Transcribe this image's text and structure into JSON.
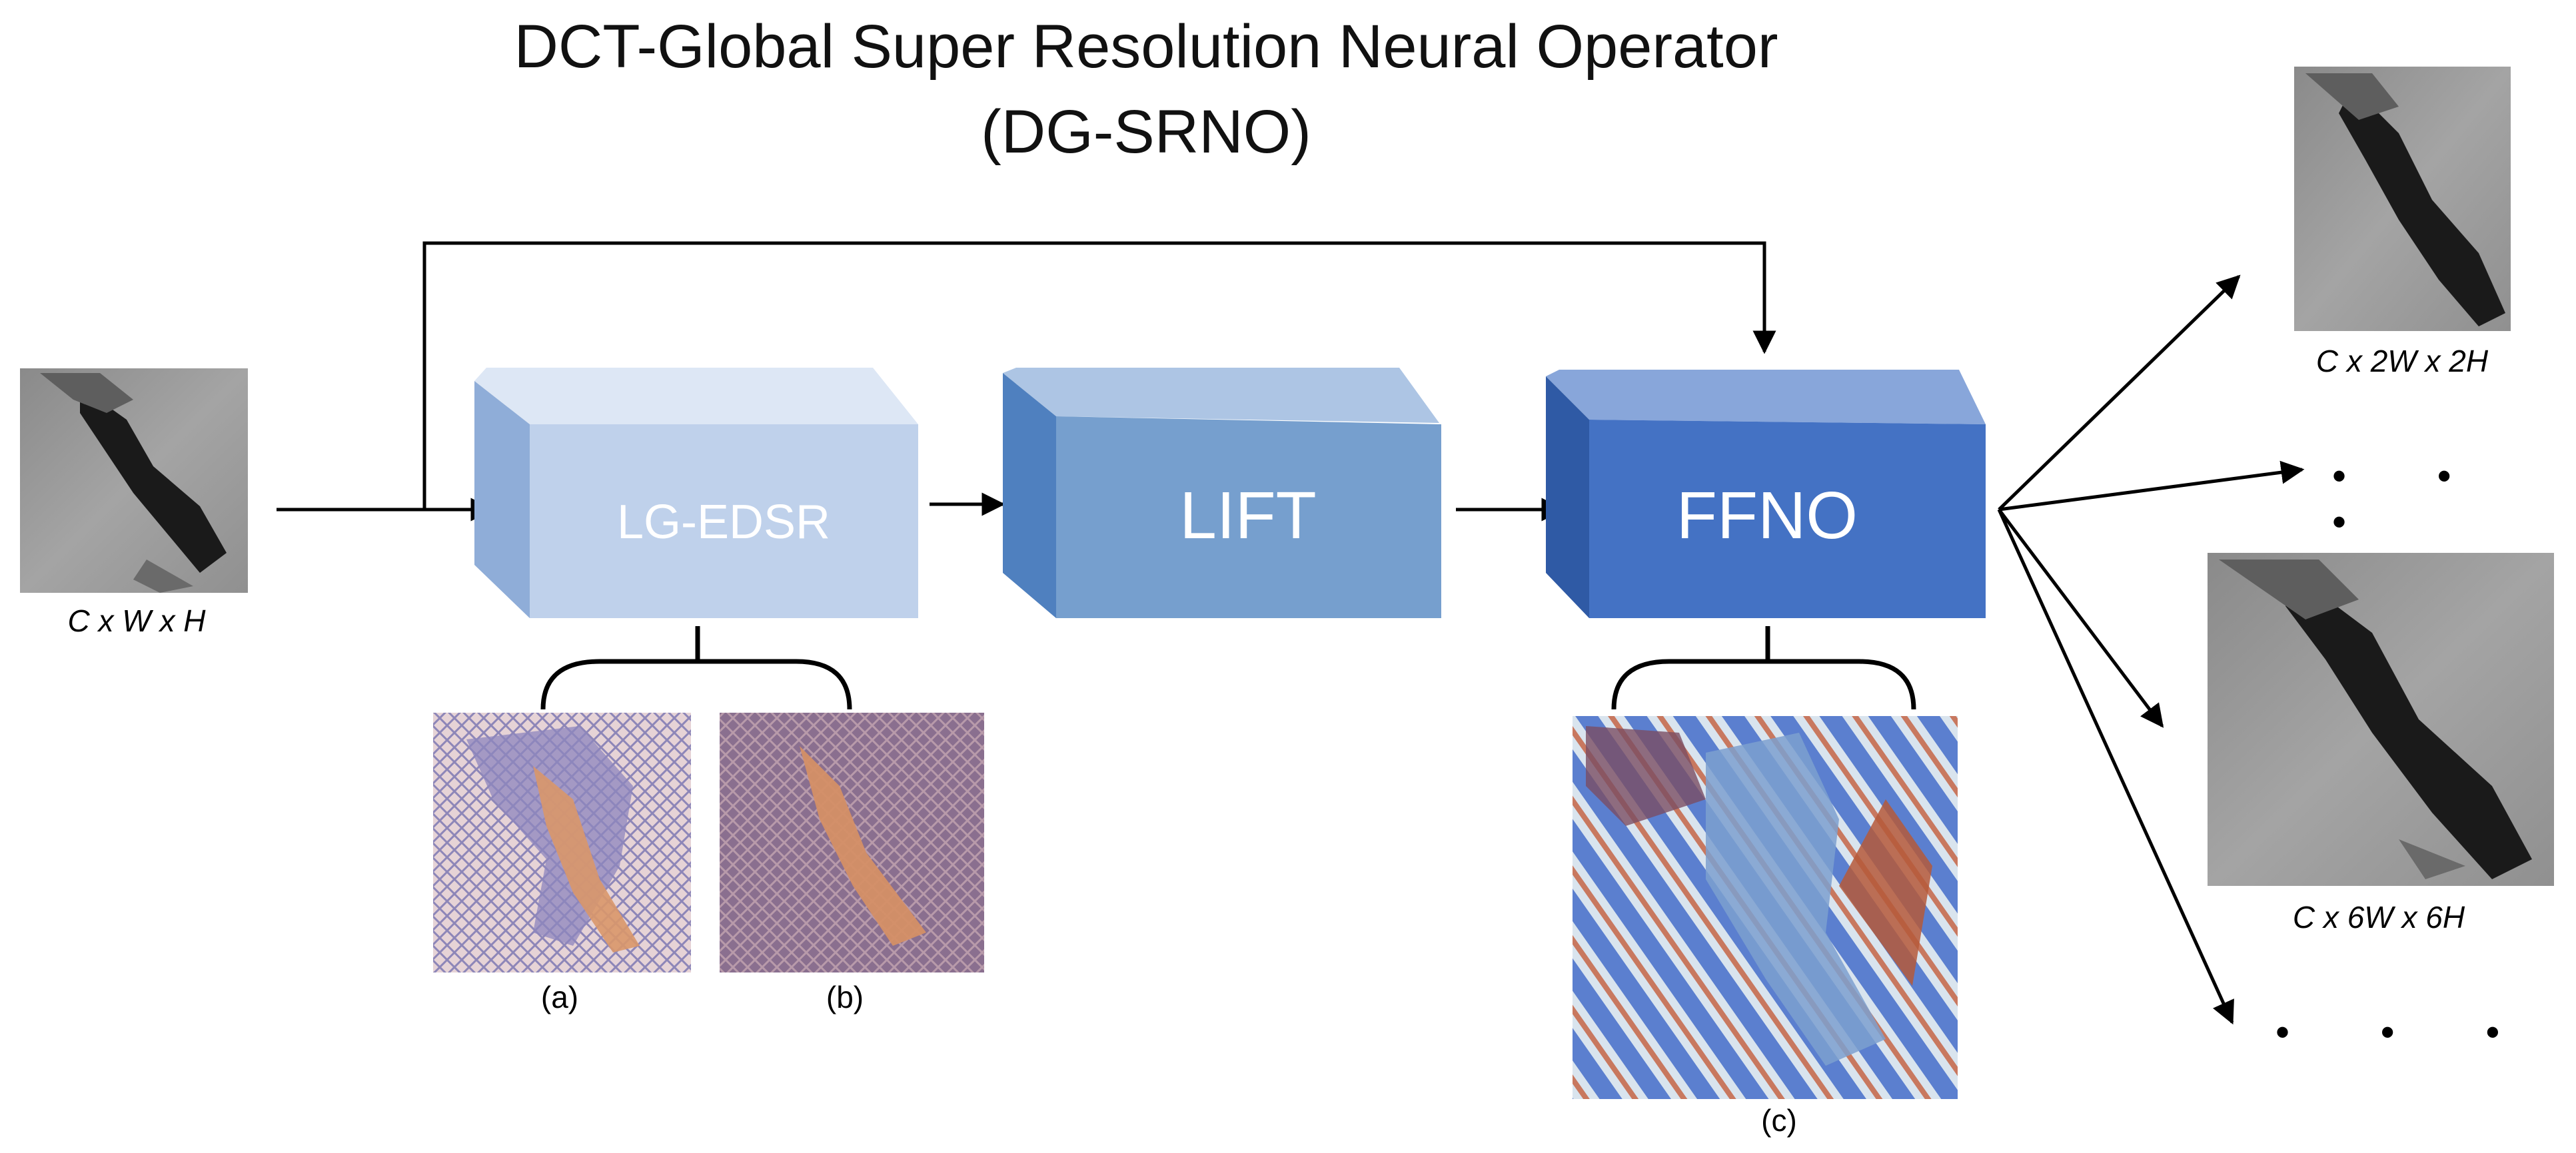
{
  "title": {
    "line1": "DCT-Global Super Resolution Neural Operator",
    "line2": "(DG-SRNO)"
  },
  "input": {
    "dims": "C x W x H"
  },
  "blocks": [
    {
      "label": "LG-EDSR"
    },
    {
      "label": "LIFT"
    },
    {
      "label": "FFNO"
    }
  ],
  "feature_maps": {
    "a": "(a)",
    "b": "(b)",
    "c": "(c)"
  },
  "outputs": {
    "small_dims": "C x 2W x 2H",
    "large_dims": "C x 6W x 6H",
    "ellipsis_1": "• • •",
    "ellipsis_2": "• • •"
  },
  "colors": {
    "lg_edsr_front": "#bfd1eb",
    "lg_edsr_top": "#dde7f5",
    "lg_edsr_side": "#8fadd8",
    "lift_front": "#769fce",
    "lift_top": "#adc5e4",
    "lift_side": "#4f80bf",
    "ffno_front": "#4472c4",
    "ffno_top": "#88a6da",
    "ffno_side": "#2f5aa5"
  }
}
